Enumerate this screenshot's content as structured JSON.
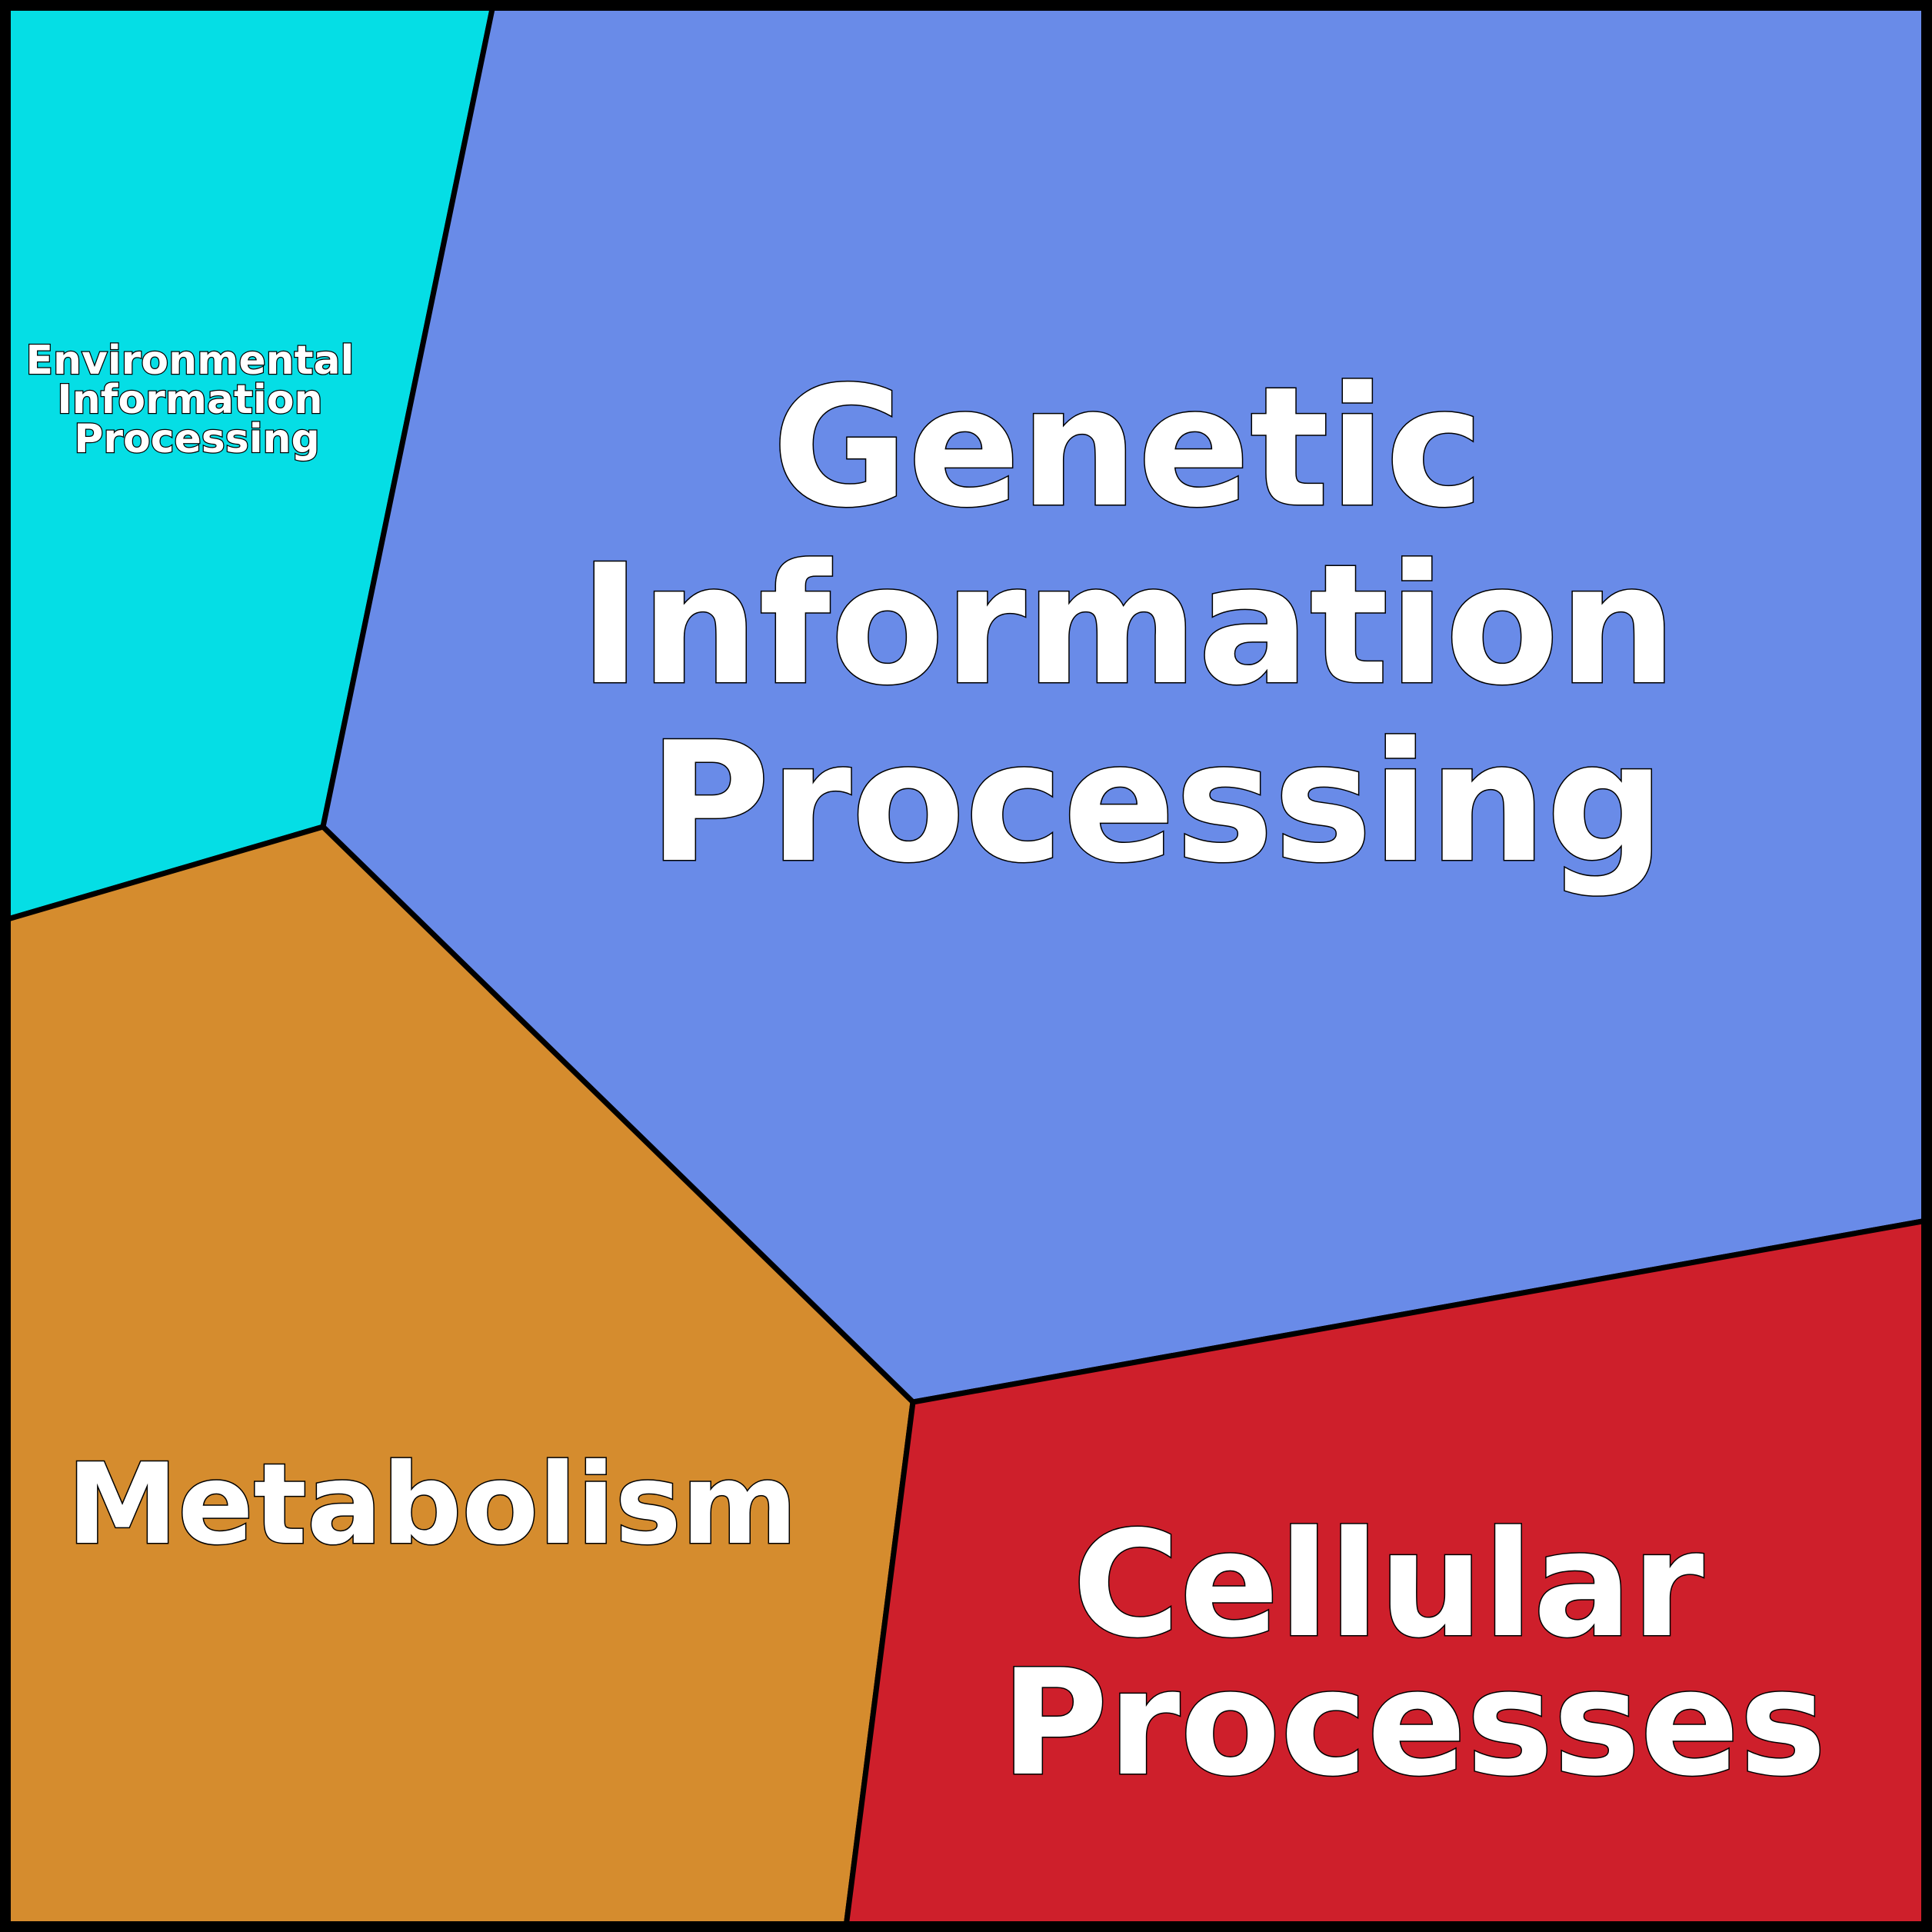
{
  "diagram": {
    "type": "voronoi-treemap",
    "regions": [
      {
        "id": "environmental",
        "lines": [
          "Environmental",
          "Information",
          "Processing"
        ],
        "color": "#05DEE5"
      },
      {
        "id": "genetic",
        "lines": [
          "Genetic",
          "Information",
          "Processing"
        ],
        "color": "#698BE8"
      },
      {
        "id": "metabolism",
        "lines": [
          "Metabolism"
        ],
        "color": "#D58C2E"
      },
      {
        "id": "cellular",
        "lines": [
          "Cellular",
          "Processes"
        ],
        "color": "#CE1F2B"
      }
    ],
    "border_color": "#000000",
    "label_color": "#FFFFFF"
  }
}
